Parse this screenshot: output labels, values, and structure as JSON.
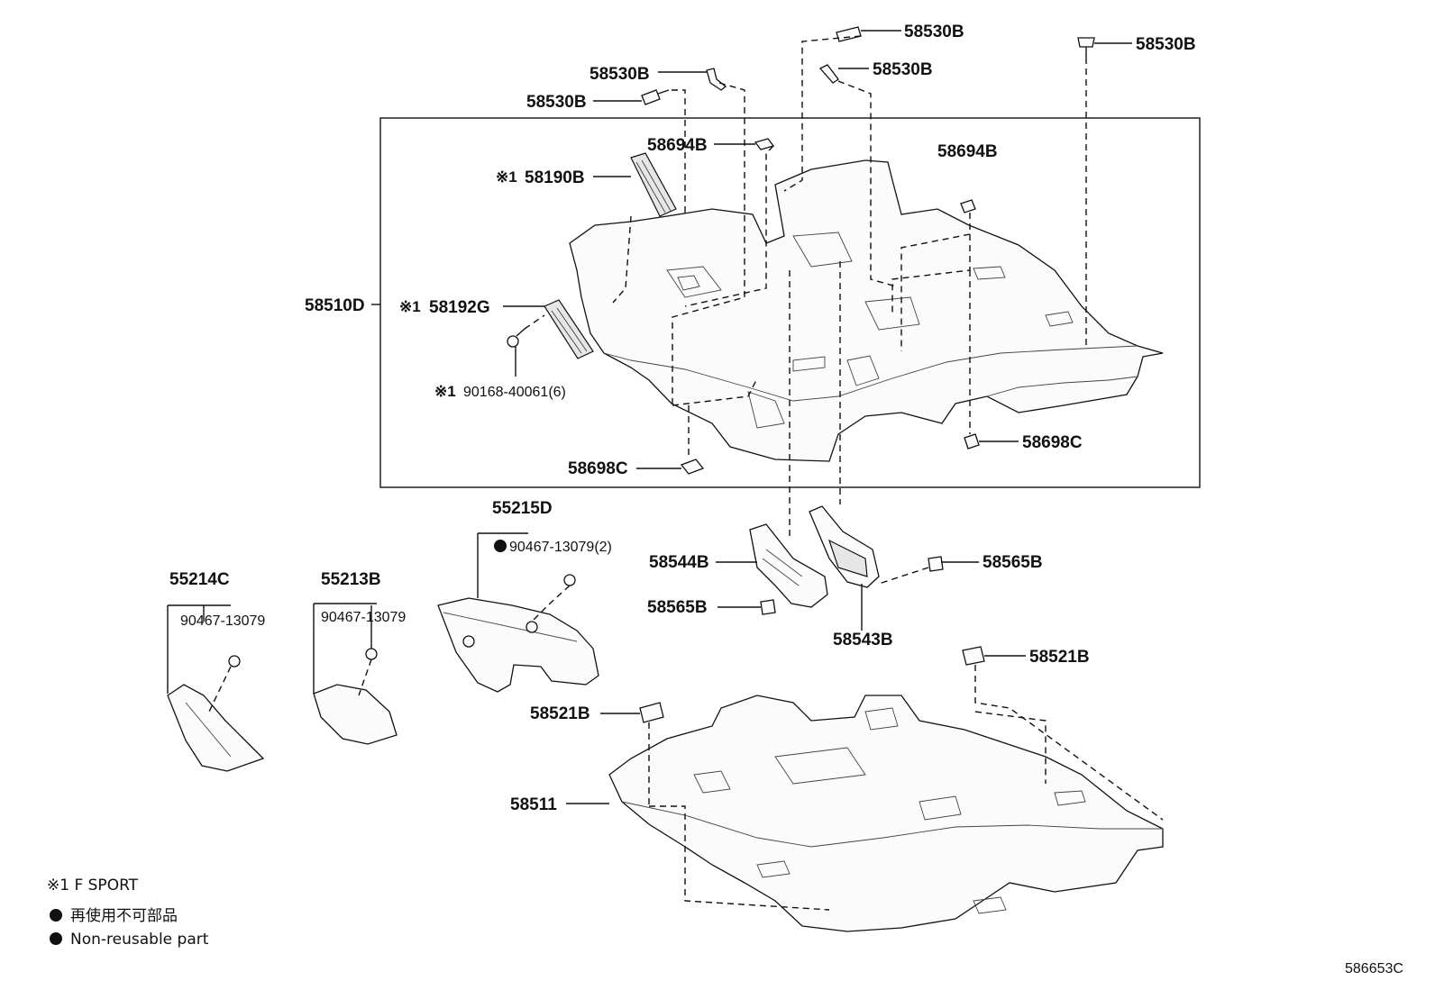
{
  "labels": {
    "p58530b_a": "58530B",
    "p58530b_b": "58530B",
    "p58530b_c": "58530B",
    "p58530b_d": "58530B",
    "p58530b_e": "58530B",
    "p58694b_a": "58694B",
    "p58694b_b": "58694B",
    "p58190b": "58190B",
    "p58192g": "58192G",
    "p90168": "90168-40061(6)",
    "p58510d": "58510D",
    "p58698c_a": "58698C",
    "p58698c_b": "58698C",
    "p55215d": "55215D",
    "p90467_2": "90467-13079(2)",
    "p55214c": "55214C",
    "p90467_a": "90467-13079",
    "p55213b": "55213B",
    "p90467_b": "90467-13079",
    "p58544b": "58544B",
    "p58565b_a": "58565B",
    "p58565b_b": "58565B",
    "p58543b": "58543B",
    "p58521b_a": "58521B",
    "p58521b_b": "58521B",
    "p58511": "58511",
    "mark1": "※1",
    "mark2": "※1",
    "mark3": "※1"
  },
  "legend": {
    "fsport": "※1 F SPORT",
    "jp": "再使用不可部品",
    "en": "Non-reusable part"
  },
  "figure_code": "586653C",
  "colors": {
    "line": "#111111",
    "paper": "#ffffff"
  }
}
